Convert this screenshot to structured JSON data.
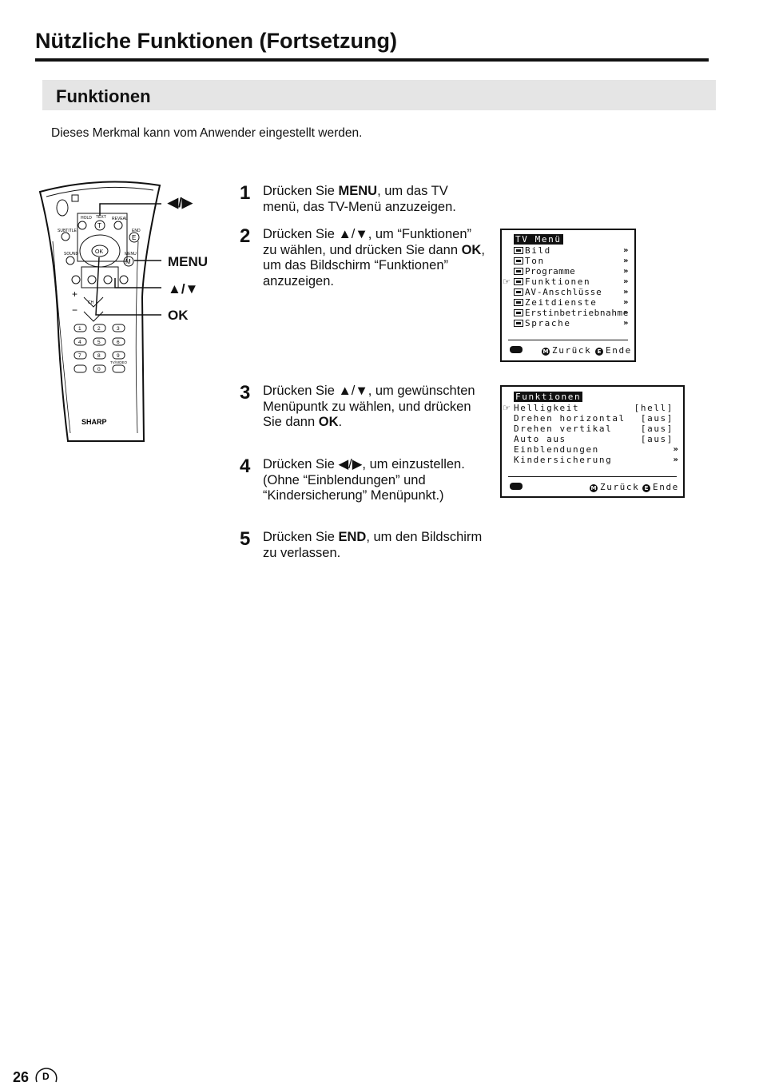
{
  "header": {
    "title": "Nützliche Funktionen (Fortsetzung)"
  },
  "section": {
    "title": "Funktionen"
  },
  "intro": "Dieses Merkmal kann vom Anwender eingestellt werden.",
  "remote": {
    "callouts": {
      "left_right": "◀/▶",
      "menu": "MENU",
      "up_down": "▲/▼",
      "ok": "OK"
    },
    "labels": {
      "hold": "HOLD",
      "text": "TEXT",
      "reveal": "REVEAL",
      "subtitle": "SUBTITLE",
      "end": "END",
      "sound": "SOUND",
      "menu": "MENU",
      "ok": "OK",
      "ch": "CH",
      "tvvideo": "TV/VIDEO",
      "brand": "SHARP",
      "t": "T",
      "e": "E",
      "m": "M",
      "keys": [
        "1",
        "2",
        "3",
        "4",
        "5",
        "6",
        "7",
        "8",
        "9",
        "0"
      ]
    }
  },
  "steps": [
    {
      "num": "1",
      "parts": [
        {
          "t": "Drücken Sie "
        },
        {
          "b": "MENU"
        },
        {
          "t": ", um das TV menü, das TV-Menü anzuzeigen."
        }
      ]
    },
    {
      "num": "2",
      "parts": [
        {
          "t": "Drücken Sie ▲/▼, um “Funktionen” zu wählen, und drücken Sie dann "
        },
        {
          "b": "OK"
        },
        {
          "t": ", um das Bildschirm “Funktionen” anzuzeigen."
        }
      ]
    },
    {
      "num": "3",
      "parts": [
        {
          "t": "Drücken Sie ▲/▼, um gewünschten Menüpuntk zu wählen, und drücken Sie dann "
        },
        {
          "b": "OK"
        },
        {
          "t": "."
        }
      ]
    },
    {
      "num": "4",
      "parts": [
        {
          "t": "Drücken Sie ◀/▶, um einzustellen. (Ohne “Einblendungen” und “Kindersicherung” Menüpunkt.)"
        }
      ]
    },
    {
      "num": "5",
      "parts": [
        {
          "t": "Drücken Sie "
        },
        {
          "b": "END"
        },
        {
          "t": ", um den Bildschirm zu verlassen."
        }
      ]
    }
  ],
  "tv_menu": {
    "title": "TV Menü",
    "items": [
      {
        "label": "Bild",
        "arrow": "»"
      },
      {
        "label": "Ton",
        "arrow": "»"
      },
      {
        "label": "Programme",
        "arrow": "»"
      },
      {
        "label": "Funktionen",
        "arrow": "»",
        "selected": true
      },
      {
        "label": "AV-Anschlüsse",
        "arrow": "»"
      },
      {
        "label": "Zeitdienste",
        "arrow": "»"
      },
      {
        "label": "Erstinbetriebnahme",
        "arrow": "»"
      },
      {
        "label": "Sprache",
        "arrow": "»"
      }
    ],
    "footer": {
      "back_key": "M",
      "back": "Zurück",
      "end_key": "E",
      "end": "Ende"
    }
  },
  "func_menu": {
    "title": "Funktionen",
    "items": [
      {
        "label": "Helligkeit",
        "value": "[hell]",
        "selected": true
      },
      {
        "label": "Drehen horizontal",
        "value": "[aus]"
      },
      {
        "label": "Drehen vertikal",
        "value": "[aus]"
      },
      {
        "label": "Auto aus",
        "value": "[aus]"
      },
      {
        "label": "Einblendungen",
        "value": "»"
      },
      {
        "label": "Kindersicherung",
        "value": "»"
      }
    ],
    "footer": {
      "back_key": "M",
      "back": "Zurück",
      "end_key": "E",
      "end": "Ende"
    }
  },
  "footer": {
    "page_number": "26",
    "lang": "D"
  }
}
